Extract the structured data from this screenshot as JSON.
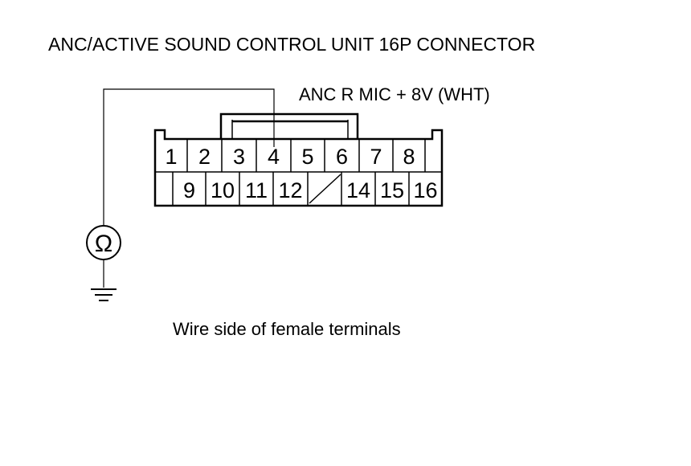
{
  "diagram": {
    "title": "ANC/ACTIVE SOUND CONTROL UNIT 16P CONNECTOR",
    "wire_label": "ANC R MIC + 8V (WHT)",
    "caption": "Wire side of female terminals",
    "meter_symbol": "Ω",
    "meter_icon": "ohmmeter-icon",
    "ground_icon": "ground-icon",
    "probed_terminal": "4",
    "connector": {
      "top_row": [
        "1",
        "2",
        "3",
        "4",
        "5",
        "6",
        "7",
        "8",
        ""
      ],
      "bottom_row": [
        "",
        "9",
        "10",
        "11",
        "12",
        "",
        "14",
        "15",
        "16"
      ]
    }
  }
}
